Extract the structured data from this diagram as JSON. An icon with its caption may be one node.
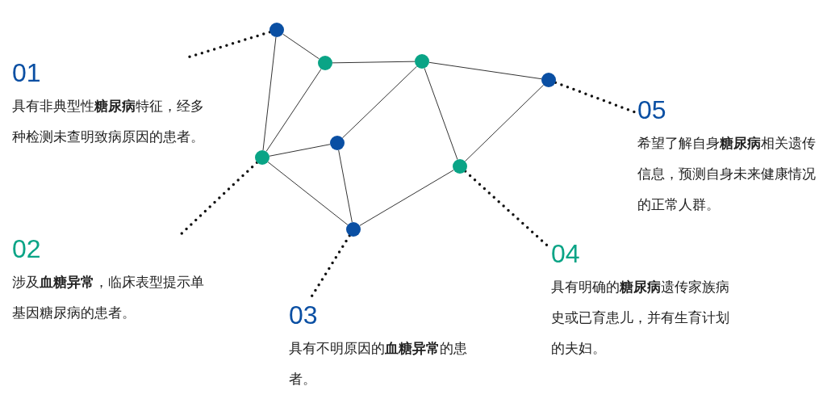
{
  "diagram": {
    "nodes": [
      {
        "text": [],
        "shape": "circle"
      },
      {
        "text": [],
        "shape": "circle"
      },
      {
        "text": [],
        "shape": "circle"
      },
      {
        "text": [],
        "shape": "circle"
      },
      {
        "text": [],
        "shape": "circle"
      },
      {
        "text": [],
        "shape": "circle"
      },
      {
        "text": [],
        "shape": "circle"
      },
      {
        "text": [],
        "shape": "circle"
      },
      {
        "text": [
          "01",
          "具有非典型性**糖尿病**特征，经多种检测未查明致病原因的患者。"
        ]
      },
      {
        "text": [
          "05",
          "希望了解自身**糖尿病**相关遗传信息，预测自身未来健康情况的正常人群。"
        ]
      },
      {
        "text": [
          "02",
          "涉及**血糖异常**，临床表型提示单基因糖尿病的患者。"
        ]
      },
      {
        "text": [
          "04",
          "具有明确的**糖尿病**遗传家族病史或已育患儿，并有生育计划的夫妇。"
        ]
      },
      {
        "text": [
          "03",
          "具有不明原因的**血糖异常**的患者。"
        ]
      }
    ],
    "edges": [
      {
        "from": 0,
        "to": 1,
        "arrow": "none"
      },
      {
        "from": 0,
        "to": 5,
        "arrow": "none"
      },
      {
        "from": 1,
        "to": 2,
        "arrow": "none"
      },
      {
        "from": 1,
        "to": 5,
        "arrow": "none"
      },
      {
        "from": 2,
        "to": 3,
        "arrow": "none"
      },
      {
        "from": 2,
        "to": 4,
        "arrow": "none"
      },
      {
        "from": 2,
        "to": 6,
        "arrow": "none"
      },
      {
        "from": 3,
        "to": 6,
        "arrow": "none"
      },
      {
        "from": 5,
        "to": 4,
        "arrow": "none"
      },
      {
        "from": 5,
        "to": 7,
        "arrow": "none"
      },
      {
        "from": 4,
        "to": 7,
        "arrow": "none"
      },
      {
        "from": 6,
        "to": 7,
        "arrow": "none"
      },
      {
        "from": 0,
        "to": 8,
        "arrow": "none",
        "style": "dashed"
      },
      {
        "from": 3,
        "to": 9,
        "arrow": "none",
        "style": "dashed"
      },
      {
        "from": 5,
        "to": 10,
        "arrow": "none",
        "style": "dashed"
      },
      {
        "from": 6,
        "to": 11,
        "arrow": "none",
        "style": "dashed"
      },
      {
        "from": 7,
        "to": 12,
        "arrow": "none",
        "style": "dashed"
      }
    ]
  }
}
